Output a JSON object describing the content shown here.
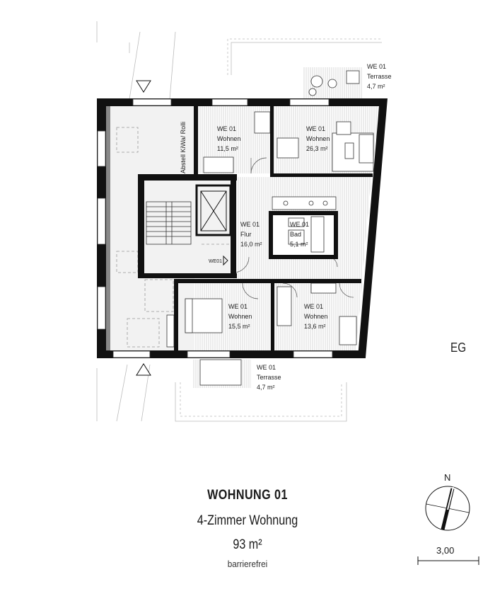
{
  "plan": {
    "floor_label": "EG",
    "storage_label": "Abstell KiWa/ Rolli",
    "entry_label": "WE01",
    "rooms": [
      {
        "unit": "WE 01",
        "name": "Wohnen",
        "area": "11,5 m²"
      },
      {
        "unit": "WE 01",
        "name": "Wohnen",
        "area": "26,3 m²"
      },
      {
        "unit": "WE 01",
        "name": "Flur",
        "area": "16,0 m²"
      },
      {
        "unit": "WE 01",
        "name": "Bad",
        "area": "5,1 m²"
      },
      {
        "unit": "WE 01",
        "name": "Wohnen",
        "area": "15,5 m²"
      },
      {
        "unit": "WE 01",
        "name": "Wohnen",
        "area": "13,6 m²"
      },
      {
        "unit": "WE 01",
        "name": "Terrasse",
        "area": "4,7 m²"
      },
      {
        "unit": "WE 01",
        "name": "Terrasse",
        "area": "4,7 m²"
      }
    ]
  },
  "info": {
    "title": "WOHNUNG 01",
    "subtitle": "4-Zimmer Wohnung",
    "area": "93 m²",
    "note": "barrierefrei"
  },
  "north_label": "N",
  "scale_label": "3,00"
}
